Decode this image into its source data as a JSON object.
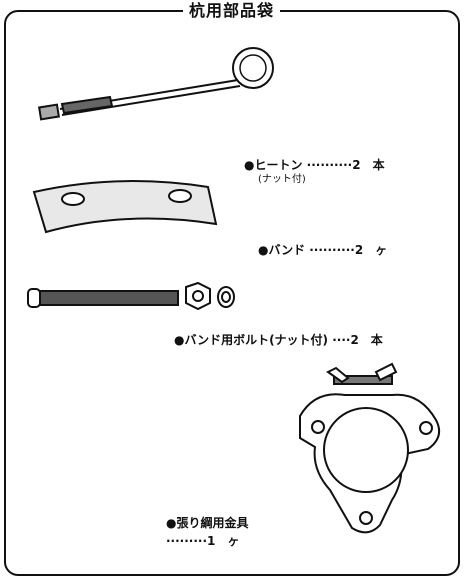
{
  "title": "杭用部品袋",
  "items": [
    {
      "label": "●ヒートン ··········2　本",
      "note": "(ナット付)"
    },
    {
      "label": "●バンド ··········2　ヶ"
    },
    {
      "label": "●バンド用ボルト(ナット付) ····2　本"
    },
    {
      "label": "●張り綱用金具",
      "qty": "·········1　ヶ"
    }
  ]
}
